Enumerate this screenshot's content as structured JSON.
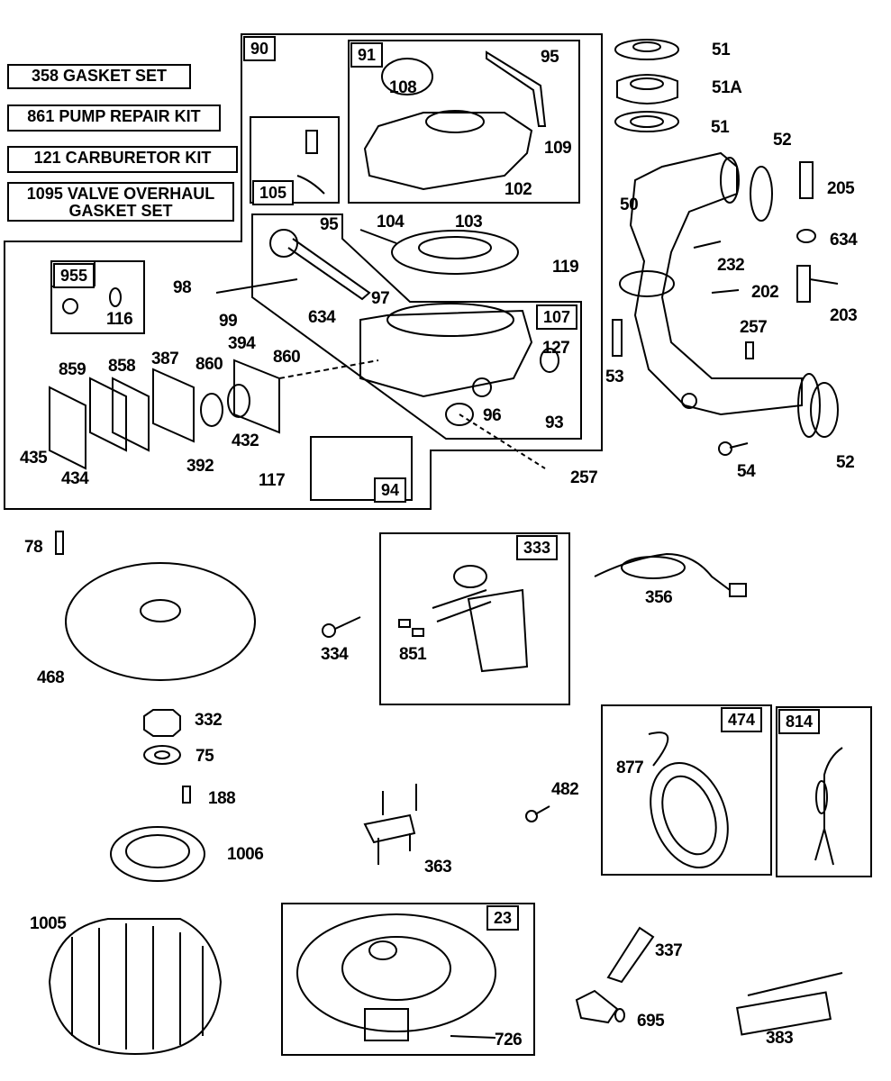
{
  "diagram": {
    "type": "exploded parts diagram",
    "kits": [
      {
        "id": "358",
        "label": "358  GASKET SET"
      },
      {
        "id": "861",
        "label": "861 PUMP REPAIR KIT"
      },
      {
        "id": "121",
        "label": "121  CARBURETOR KIT"
      },
      {
        "id": "1095",
        "label": "1095 VALVE OVERHAUL",
        "label2": "GASKET SET"
      }
    ],
    "assembly_tags": {
      "t90": "90",
      "t91": "91",
      "t105": "105",
      "t955": "955",
      "t107": "107",
      "t94": "94",
      "t333": "333",
      "t474": "474",
      "t814": "814",
      "t23": "23"
    },
    "parts": {
      "p108": "108",
      "p95a": "95",
      "p109": "109",
      "p102": "102",
      "p95b": "95",
      "p104": "104",
      "p103": "103",
      "p119": "119",
      "p97": "97",
      "p634a": "634",
      "p127": "127",
      "p96": "96",
      "p93": "93",
      "p257a": "257",
      "p98": "98",
      "p99": "99",
      "p116": "116",
      "p394": "394",
      "p860a": "860",
      "p860b": "860",
      "p859": "859",
      "p858": "858",
      "p387": "387",
      "p432": "432",
      "p392": "392",
      "p435": "435",
      "p434": "434",
      "p117": "117",
      "p51a": "51",
      "p51A": "51A",
      "p51b": "51",
      "p52a": "52",
      "p50": "50",
      "p205": "205",
      "p634b": "634",
      "p232": "232",
      "p202": "202",
      "p203": "203",
      "p257b": "257",
      "p53": "53",
      "p54": "54",
      "p52b": "52",
      "p78": "78",
      "p468": "468",
      "p332": "332",
      "p75": "75",
      "p188": "188",
      "p1006": "1006",
      "p1005": "1005",
      "p334": "334",
      "p851": "851",
      "p356": "356",
      "p482": "482",
      "p877": "877",
      "p363": "363",
      "p726": "726",
      "p337": "337",
      "p695": "695",
      "p383": "383"
    }
  }
}
